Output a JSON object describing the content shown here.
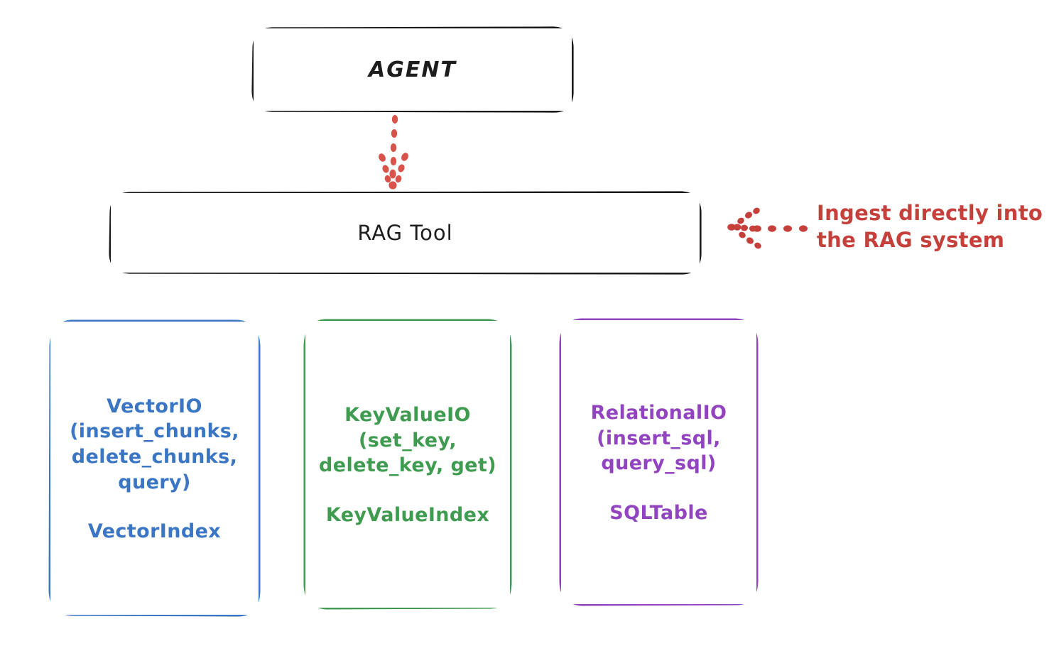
{
  "diagram": {
    "title_node": {
      "label": "AGENT"
    },
    "tool_node": {
      "label": "RAG Tool"
    },
    "annotation": {
      "text": "Ingest directly into\nthe RAG system",
      "color": "#C6403B",
      "arrow_direction": "left",
      "arrow_style": "dotted"
    },
    "connector": {
      "from": "AGENT",
      "to": "RAG Tool",
      "color": "#D9534A",
      "style": "dotted",
      "arrow_direction": "down"
    },
    "stores": [
      {
        "id": "vector",
        "api": "VectorIO\n(insert_chunks,\ndelete_chunks,\nquery)",
        "index": "VectorIndex",
        "color": "#3B76C4"
      },
      {
        "id": "keyvalue",
        "api": "KeyValueIO\n(set_key,\ndelete_key, get)",
        "index": "KeyValueIndex",
        "color": "#3E9B4F"
      },
      {
        "id": "relational",
        "api": "RelationalIO\n(insert_sql,\nquery_sql)",
        "index": "SQLTable",
        "color": "#9244C0"
      }
    ],
    "colors": {
      "ink": "#1d1d1d",
      "background": "#ffffff"
    }
  }
}
